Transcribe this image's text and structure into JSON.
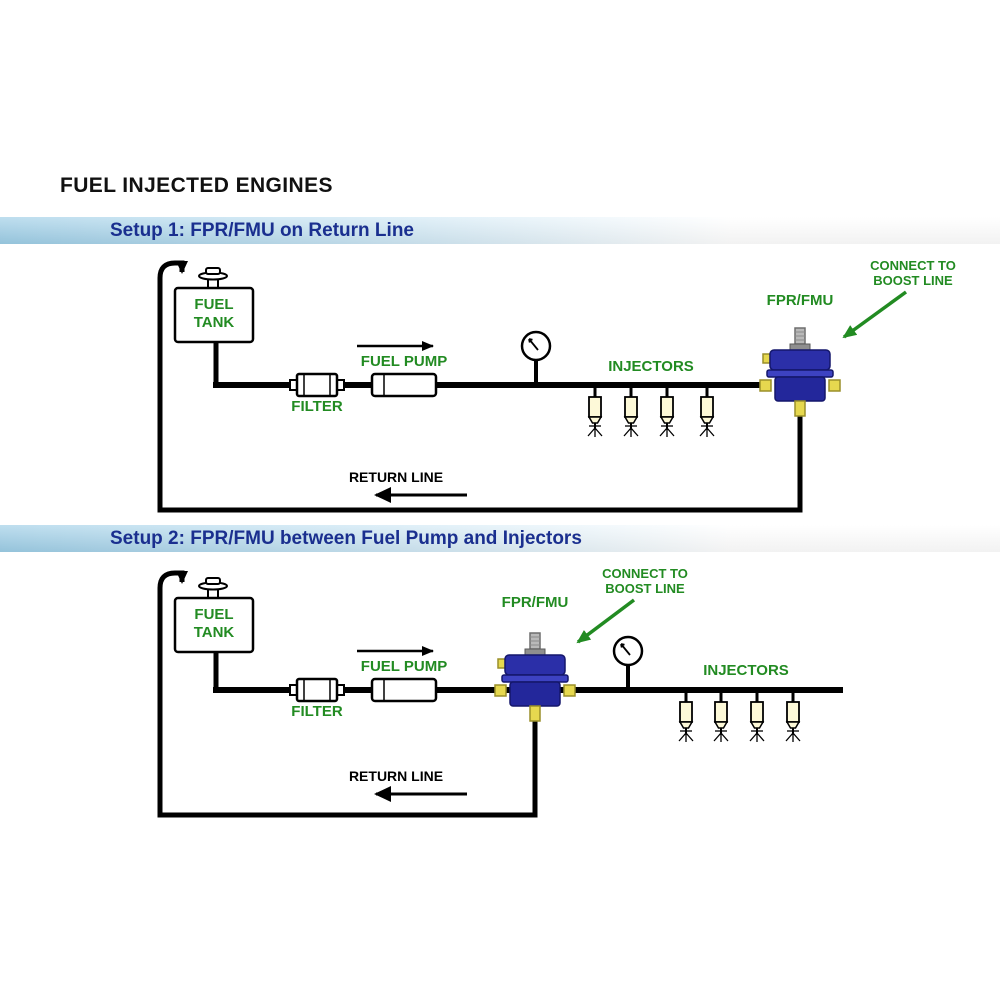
{
  "title": "FUEL INJECTED ENGINES",
  "setup1": {
    "banner": "Setup 1: FPR/FMU on Return Line"
  },
  "setup2": {
    "banner": "Setup 2: FPR/FMU between Fuel Pump and Injectors"
  },
  "labels": {
    "fuel_tank_1": "FUEL",
    "fuel_tank_2": "TANK",
    "filter": "FILTER",
    "fuel_pump": "FUEL PUMP",
    "injectors": "INJECTORS",
    "fpr_fmu": "FPR/FMU",
    "boost_1": "CONNECT TO",
    "boost_2": "BOOST LINE",
    "return_line": "RETURN LINE"
  },
  "colors": {
    "label_green": "#228B22",
    "banner_text_blue": "#1A2F8F",
    "banner_blue": "#9CCDE6",
    "device_blue": "#2B2FA8",
    "fitting_yellow": "#E6D84F",
    "line_black": "#000000"
  }
}
